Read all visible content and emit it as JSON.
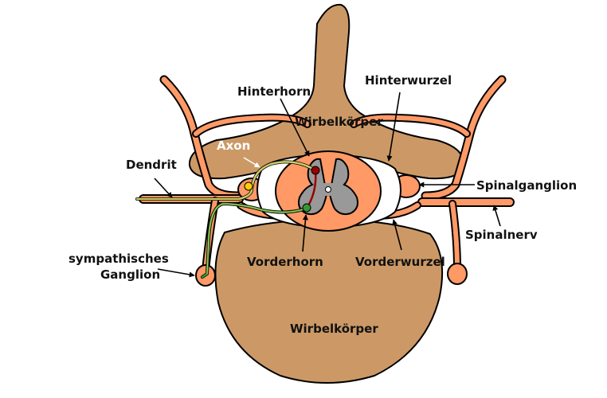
{
  "labels": {
    "hinterhorn": "Hinterhorn",
    "hinterwurzel": "Hinterwurzel",
    "wirbelkoerper_top": "Wirbelkörper",
    "axon": "Axon",
    "dendrit": "Dendrit",
    "spinalganglion": "Spinalganglion",
    "spinalnerv": "Spinalnerv",
    "sympathisches_1": "sympathisches",
    "sympathisches_2": "Ganglion",
    "vorderhorn": "Vorderhorn",
    "vorderwurzel": "Vorderwurzel",
    "wirbelkoerper_bottom": "Wirbelkörper"
  },
  "colors": {
    "bone": "#cc9966",
    "tissue": "#ff9966",
    "outline": "#000000",
    "grey_matter": "#999999",
    "sensory_fiber": "#cccc66",
    "motor_fiber": "#339933",
    "interneuron": "#990000",
    "sensory_cell": "#ffcc00"
  }
}
